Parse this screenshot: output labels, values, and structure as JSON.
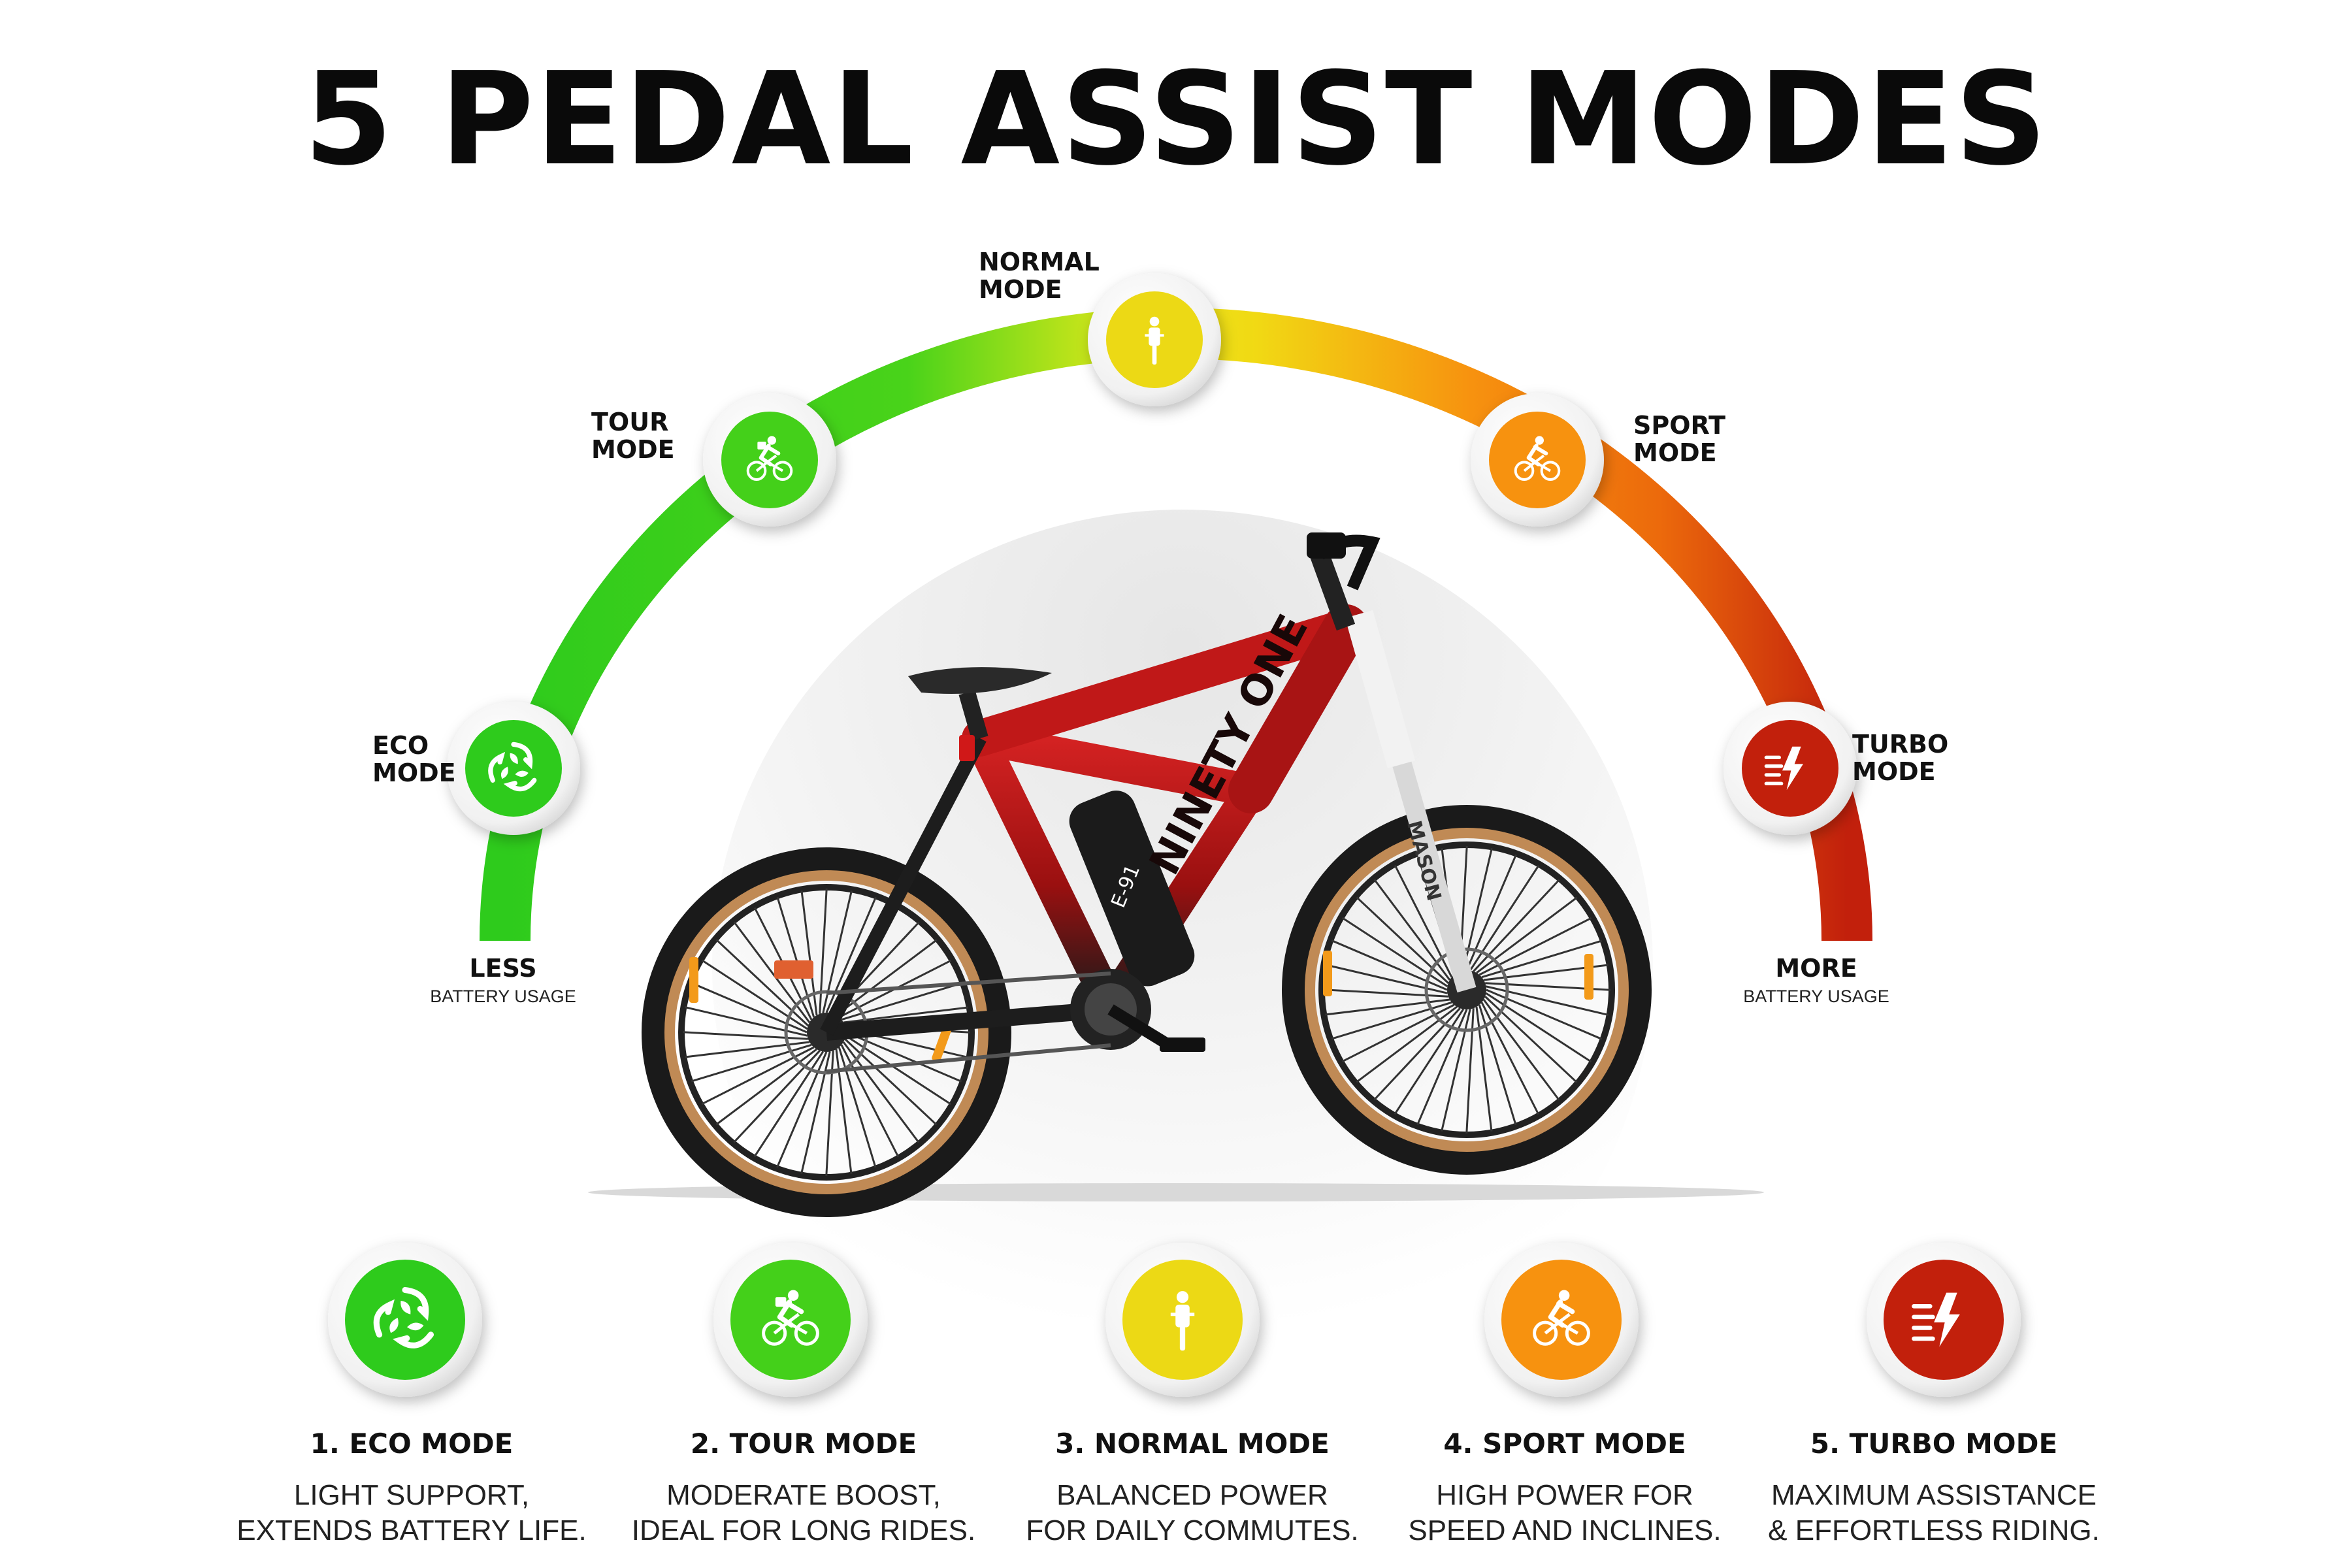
{
  "title": "5 PEDAL ASSIST MODES",
  "colors": {
    "eco": "#2ecb1c",
    "tour": "#44d01a",
    "normal": "#ecd915",
    "sport": "#f7920f",
    "turbo": "#c2200c",
    "frame_red": "#c01818",
    "tire_tan": "#c08a55"
  },
  "arc": {
    "modes": [
      {
        "key": "eco",
        "line1": "ECO",
        "line2": "MODE",
        "icon": "recycle-leaf-icon"
      },
      {
        "key": "tour",
        "line1": "TOUR",
        "line2": "MODE",
        "icon": "touring-cyclist-icon"
      },
      {
        "key": "normal",
        "line1": "NORMAL",
        "line2": "MODE",
        "icon": "upright-cyclist-icon"
      },
      {
        "key": "sport",
        "line1": "SPORT",
        "line2": "MODE",
        "icon": "sport-cyclist-icon"
      },
      {
        "key": "turbo",
        "line1": "TURBO",
        "line2": "MODE",
        "icon": "lightning-speed-icon"
      }
    ],
    "less": {
      "big": "LESS",
      "small": "BATTERY USAGE"
    },
    "more": {
      "big": "MORE",
      "small": "BATTERY USAGE"
    }
  },
  "bike": {
    "frame_text": "NINETY ONE",
    "battery_text": "E-91",
    "fork_text": "MASON"
  },
  "modes": [
    {
      "title": "1. ECO MODE",
      "line1": "LIGHT SUPPORT,",
      "line2": "EXTENDS BATTERY LIFE."
    },
    {
      "title": "2. TOUR MODE",
      "line1": "MODERATE BOOST,",
      "line2": "IDEAL FOR LONG RIDES."
    },
    {
      "title": "3. NORMAL MODE",
      "line1": "BALANCED POWER",
      "line2": "FOR DAILY COMMUTES."
    },
    {
      "title": "4. SPORT MODE",
      "line1": "HIGH POWER FOR",
      "line2": "SPEED AND INCLINES."
    },
    {
      "title": "5. TURBO MODE",
      "line1": "MAXIMUM ASSISTANCE",
      "line2": "& EFFORTLESS RIDING."
    }
  ]
}
